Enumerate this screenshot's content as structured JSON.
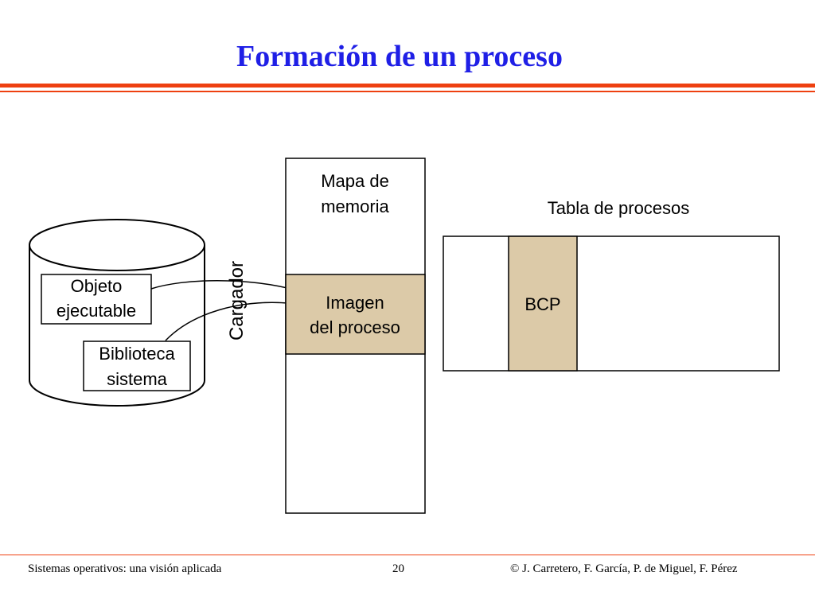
{
  "slide": {
    "title": "Formación de un proceso"
  },
  "diagram": {
    "disk_items": {
      "executable_line1": "Objeto",
      "executable_line2": "ejecutable",
      "library_line1": "Biblioteca",
      "library_line2": "sistema"
    },
    "loader_label": "Cargador",
    "memory_map": {
      "label_line1": "Mapa de",
      "label_line2": "memoria",
      "image_line1": "Imagen",
      "image_line2": "del proceso"
    },
    "process_table": {
      "label": "Tabla de procesos",
      "entry_label": "BCP"
    },
    "colors": {
      "highlight_fill": "#dccaa8",
      "title_color": "#1f1fe6",
      "rule_color": "#ee4010"
    }
  },
  "footer": {
    "left": "Sistemas operativos: una visión aplicada",
    "page_number": "20",
    "right": "© J. Carretero, F. García, P. de Miguel, F. Pérez"
  }
}
